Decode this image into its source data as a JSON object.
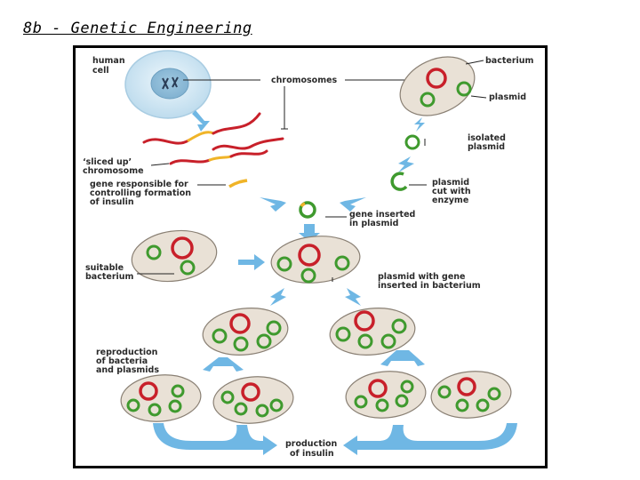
{
  "page": {
    "title": "8b - Genetic Engineering"
  },
  "labels": {
    "human_cell": [
      "human",
      "cell"
    ],
    "chromosomes": [
      "chromosomes"
    ],
    "bacterium": [
      "bacterium"
    ],
    "plasmid": [
      "plasmid"
    ],
    "isolated_plasmid": [
      "isolated",
      "plasmid"
    ],
    "sliced_chromosome": [
      "‘sliced up’",
      "chromosome"
    ],
    "gene_insulin": [
      "gene responsible for",
      "controlling formation",
      "of insulin"
    ],
    "plasmid_cut": [
      "plasmid",
      "cut with",
      "enzyme"
    ],
    "gene_inserted": [
      "gene inserted",
      "in plasmid"
    ],
    "suitable_bacterium": [
      "suitable",
      "bacterium"
    ],
    "plasmid_in_bacterium": [
      "plasmid with gene",
      "inserted in bacterium"
    ],
    "reproduction": [
      "reproduction",
      "of bacteria",
      "and plasmids"
    ],
    "production": [
      "production",
      "of insulin"
    ]
  },
  "colors": {
    "cell_fill": "#cfe5f2",
    "bacterium_fill": "#e9e1d6",
    "plasmid_red": "#c8202a",
    "plasmid_green": "#3f9a2e",
    "arrow_blue": "#6fb7e4",
    "gene_yellow": "#f0b428"
  }
}
